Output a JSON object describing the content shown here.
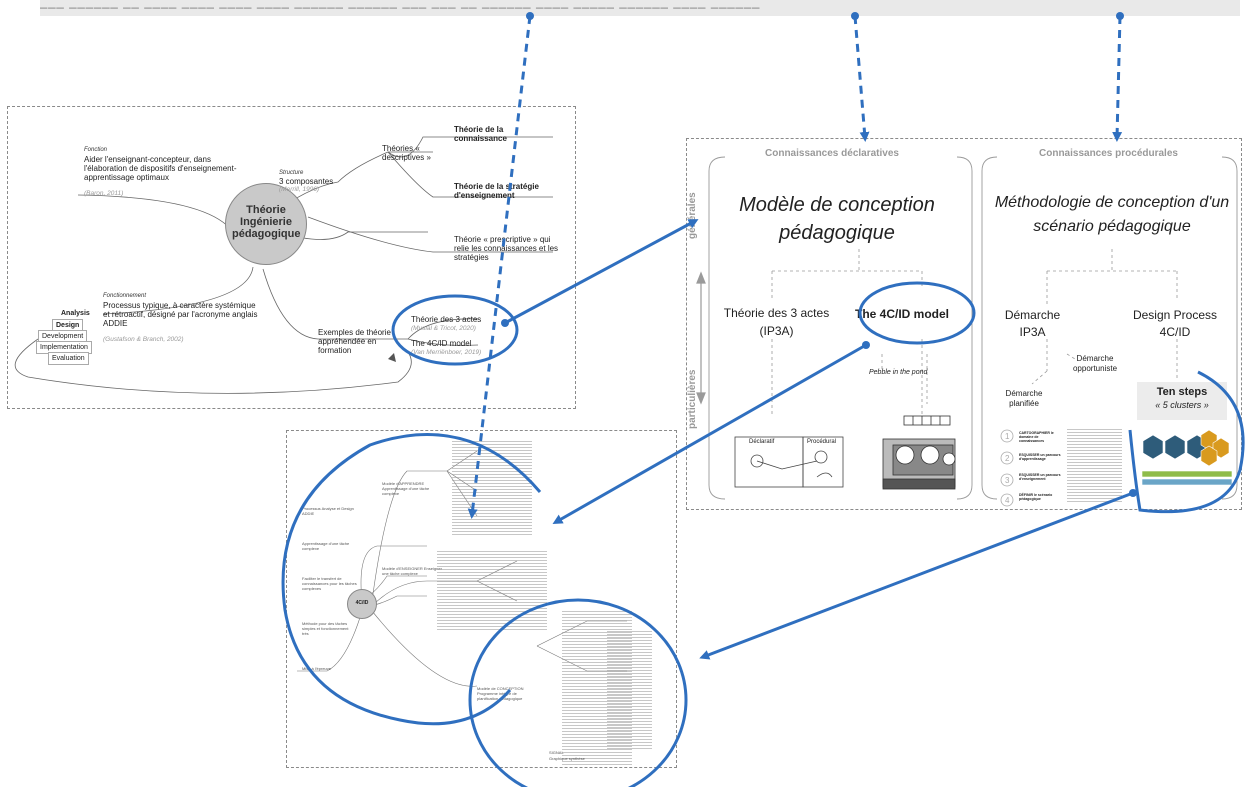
{
  "header": {
    "text": "___ ______ __ ____ ____ ____ ____ ______ ______ ___ ___ __ ______ ____ _____ ______ ____ ______"
  },
  "colors": {
    "accent_blue": "#2f6fbf",
    "light_blue": "#6f9dd8",
    "node_gray": "#c9c9c9",
    "panel_border": "#8a8a8a"
  },
  "mindmap": {
    "center": "Théorie Ingénierie pédagogique",
    "fonction": {
      "label": "Fonction",
      "text": "Aider l'enseignant-concepteur, dans l'élaboration de dispositifs d'enseignement-apprentissage optimaux",
      "cite": "(Baron, 2011)"
    },
    "structure": {
      "label": "Structure",
      "text": "3 composantes",
      "cite": "(Merrill, 1996)"
    },
    "descriptives": "Théories « descriptives »",
    "connaissance": "Théorie de la connaissance",
    "strategie": "Théorie de la stratégie d'enseignement",
    "prescriptive": "Théorie « prescriptive » qui relie les connaissances et les stratégies",
    "fonctionnement": {
      "label": "Fonctionnement",
      "text": "Processus typique, à caractère systémique et rétroactif, désigné par l'acronyme anglais ADDIE",
      "cite": "(Gustafson & Branch, 2002)"
    },
    "addie": [
      "Analysis",
      "Design",
      "Development",
      "Implementation",
      "Evaluation"
    ],
    "exemples": "Exemples de théorie appréhendée en formation",
    "trois_actes": {
      "text": "Théorie des 3 actes",
      "cite": "(Musial & Tricot, 2020)"
    },
    "fourcid": {
      "text": "The 4C/ID model",
      "cite": "(Van Merriënboer, 2019)"
    }
  },
  "framework": {
    "declaratives": "Connaissances déclaratives",
    "procedurales": "Connaissances procédurales",
    "generales": "générales",
    "particulieres": "particulières",
    "modele": "Modèle de conception pédagogique",
    "methodologie": "Méthodologie de conception d'un scénario pédagogique",
    "ip3a": "Théorie des 3 actes (IP3A)",
    "model4cid": "The 4C/ID model",
    "pebble": "Pebble in the pond",
    "demarche_ip3a": "Démarche IP3A",
    "design_process": "Design Process 4C/ID",
    "opportuniste": "Démarche opportuniste",
    "planifiee": "Démarche planifiée",
    "ten_steps": "Ten steps",
    "clusters": "« 5 clusters »",
    "declaratif": "Déclaratif",
    "procedural": "Procédural",
    "steps": [
      {
        "n": "1",
        "label": "CARTOGRAPHIER le domaine de connaissances"
      },
      {
        "n": "2",
        "label": "ESQUISSER un parcours d'apprentissage"
      },
      {
        "n": "3",
        "label": "ESQUISSER un parcours d'enseignement"
      },
      {
        "n": "4",
        "label": "DÉFINIR le scénario pédagogique"
      }
    ]
  },
  "fourcid_map": {
    "center": "4C/ID",
    "left": [
      "Processus Analyse et Design ADDIE",
      "Apprentissage d'une tâche complexe",
      "Faciliter le transfert de connaissances pour les tâches complexes",
      "Méthode pour des tâches simples et fonctionnement très",
      "Mise à l'épreuve"
    ],
    "right": [
      "Modèle d'APPRENDRE Apprentissage d'une tâche complexe",
      "Modèle d'ENSEIGNER Enseigner une tâche complexe",
      "Modèle de CONCEPTION Programme intégré de planification pédagogique"
    ],
    "bottom_labels": [
      "SIGNAL",
      "Graphique synthèse"
    ]
  }
}
